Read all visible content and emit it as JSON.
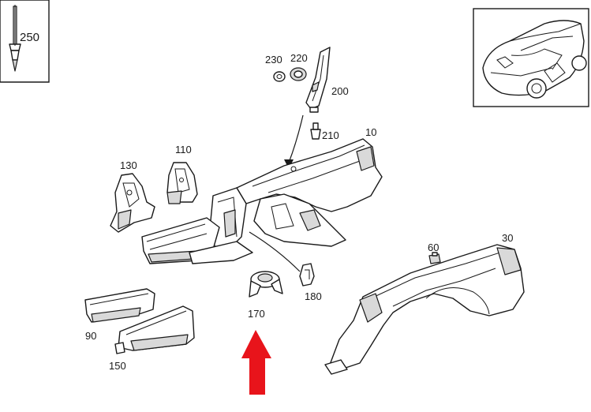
{
  "labels": {
    "p250": "250",
    "p230": "230",
    "p220": "220",
    "p200": "200",
    "p210": "210",
    "p10": "10",
    "p130": "130",
    "p110": "110",
    "p60": "60",
    "p30": "30",
    "p180": "180",
    "p170": "170",
    "p90": "90",
    "p150": "150"
  },
  "highlight": {
    "arrow_color": "#e8141b",
    "points_to": "170"
  },
  "colors": {
    "line": "#1a1a1a",
    "shade": "#d9d9d9",
    "background": "#ffffff"
  }
}
